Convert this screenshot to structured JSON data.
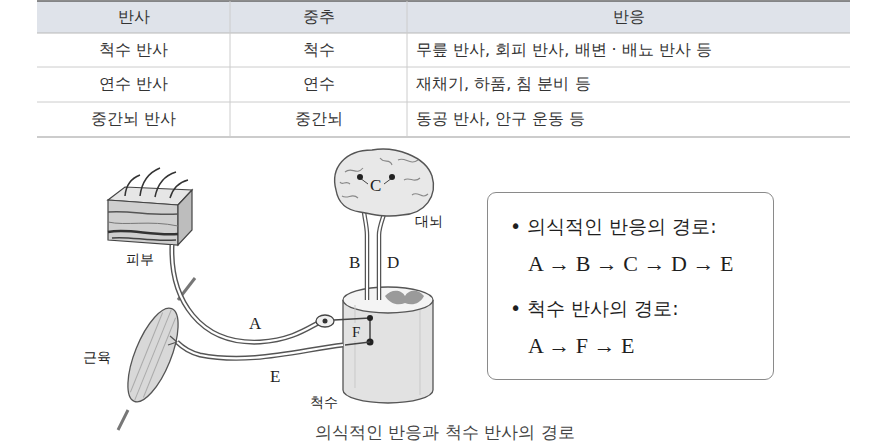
{
  "diagram": {
    "caption": "의식적인 반응과 척수 반사의 경로",
    "nodes": [
      {
        "text": [
          "• 의식적인 반응의 경로:",
          "A → B → C → D → E",
          "• 척수 반사의 경로:",
          "A → F → E"
        ]
      }
    ],
    "labels": [
      "반사",
      "중추",
      "반응",
      "척수 반사",
      "척수",
      "무릎 반사, 회피 반사, 배변 · 배뇨 반사 등",
      "연수 반사",
      "연수",
      "재채기, 하품, 침 분비 등",
      "중간뇌 반사",
      "중간뇌",
      "동공 반사, 안구 운동 등",
      "C",
      "대뇌",
      "B",
      "D",
      "피부",
      "A",
      "F",
      "근육",
      "E",
      "척수"
    ]
  }
}
